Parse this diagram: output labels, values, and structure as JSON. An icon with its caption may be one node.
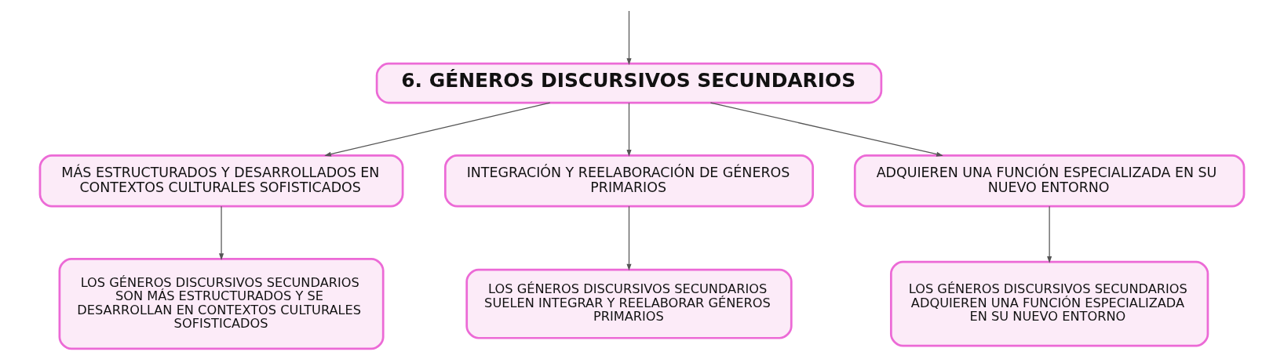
{
  "diagram": {
    "nodes": [
      {
        "text": [
          "6. GÉNEROS DISCURSIVOS SECUNDARIOS"
        ]
      },
      {
        "text": [
          "MÁS ESTRUCTURADOS Y DESARROLLADOS EN CONTEXTOS CULTURALES SOFISTICADOS"
        ]
      },
      {
        "text": [
          "INTEGRACIÓN Y REELABORACIÓN DE GÉNEROS PRIMARIOS"
        ]
      },
      {
        "text": [
          "ADQUIEREN UNA FUNCIÓN ESPECIALIZADA EN SU NUEVO ENTORNO"
        ]
      },
      {
        "text": [
          "LOS GÉNEROS DISCURSIVOS SECUNDARIOS SON MÁS ESTRUCTURADOS Y SE DESARROLLAN EN CONTEXTOS CULTURALES SOFISTICADOS"
        ]
      },
      {
        "text": [
          "LOS GÉNEROS DISCURSIVOS SECUNDARIOS SUELEN INTEGRAR Y REELABORAR GÉNEROS PRIMARIOS"
        ]
      },
      {
        "text": [
          "LOS GÉNEROS DISCURSIVOS SECUNDARIOS ADQUIEREN UNA FUNCIÓN ESPECIALIZADA EN SU NUEVO ENTORNO"
        ]
      }
    ],
    "edges": [
      {
        "from": null,
        "to": 0,
        "arrow": "to"
      },
      {
        "from": 0,
        "to": 1,
        "arrow": "to"
      },
      {
        "from": 0,
        "to": 2,
        "arrow": "to"
      },
      {
        "from": 0,
        "to": 3,
        "arrow": "to"
      },
      {
        "from": 1,
        "to": 4,
        "arrow": "to"
      },
      {
        "from": 2,
        "to": 5,
        "arrow": "to"
      },
      {
        "from": 3,
        "to": 6,
        "arrow": "to"
      }
    ]
  }
}
